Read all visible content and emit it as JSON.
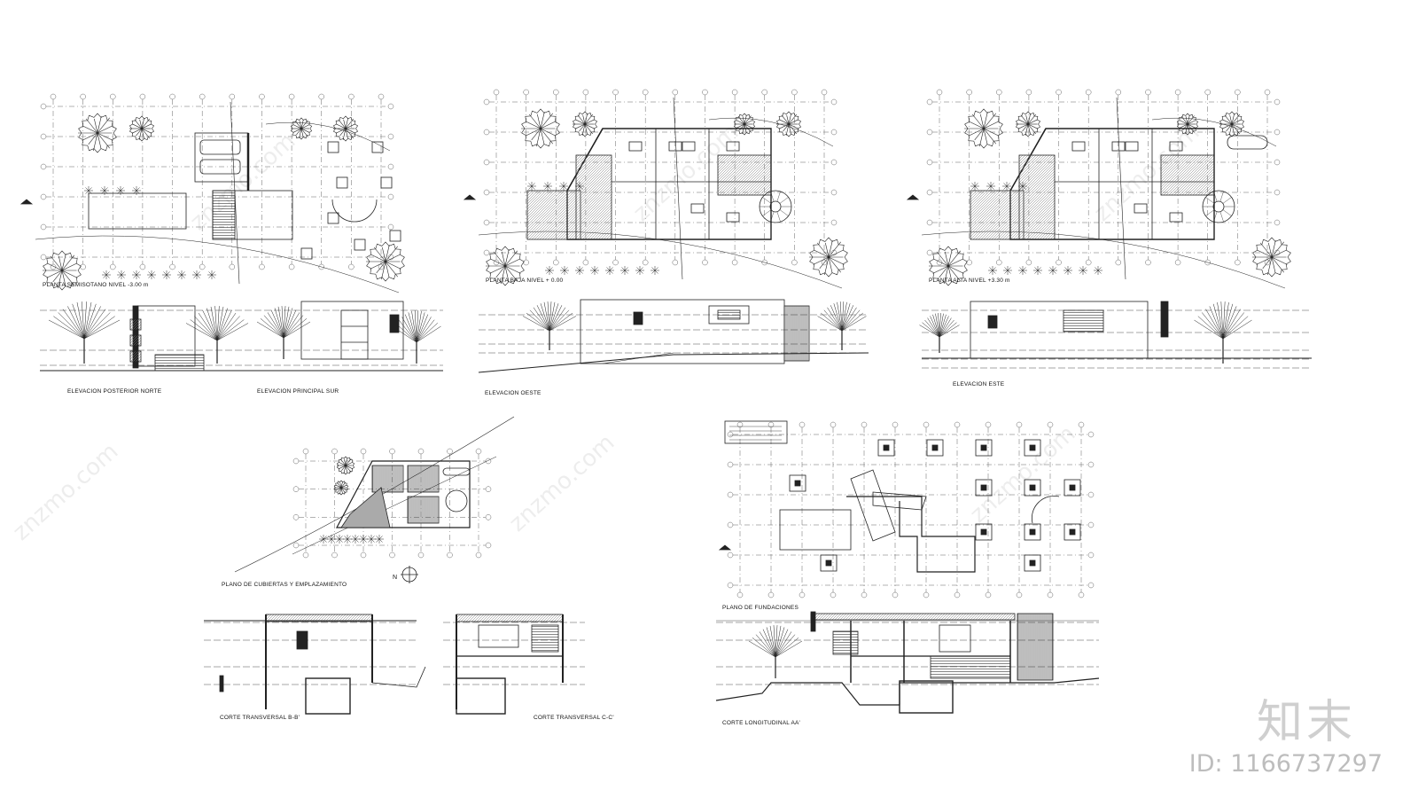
{
  "labels": {
    "planta_semisotano": "PLANTA SEMISOTANO NIVEL -3.00 m",
    "planta_baja": "PLANTA BAJA NIVEL + 0.00",
    "planta_alta": "PLANTA ALTA NIVEL +3.30 m",
    "elev_norte": "ELEVACION POSTERIOR NORTE",
    "elev_sur": "ELEVACION PRINCIPAL SUR",
    "elev_oeste": "ELEVACION OESTE",
    "elev_este": "ELEVACION ESTE",
    "cubiertas": "PLANO DE CUBIERTAS Y EMPLAZAMIENTO",
    "fundaciones": "PLANO DE FUNDACIONES",
    "corte_bb": "CORTE TRANSVERSAL B-B'",
    "corte_cc": "CORTE TRANSVERSAL C-C'",
    "corte_aa": "CORTE LONGITUDINAL AA'",
    "north": "N"
  },
  "watermark": {
    "logo": "知末",
    "id": "ID: 1166737297",
    "diagonal": "znzmo.com"
  },
  "colors": {
    "line": "#222222",
    "grid": "#555555",
    "hatch": "#888888",
    "watermark": "#cfcfcf"
  }
}
